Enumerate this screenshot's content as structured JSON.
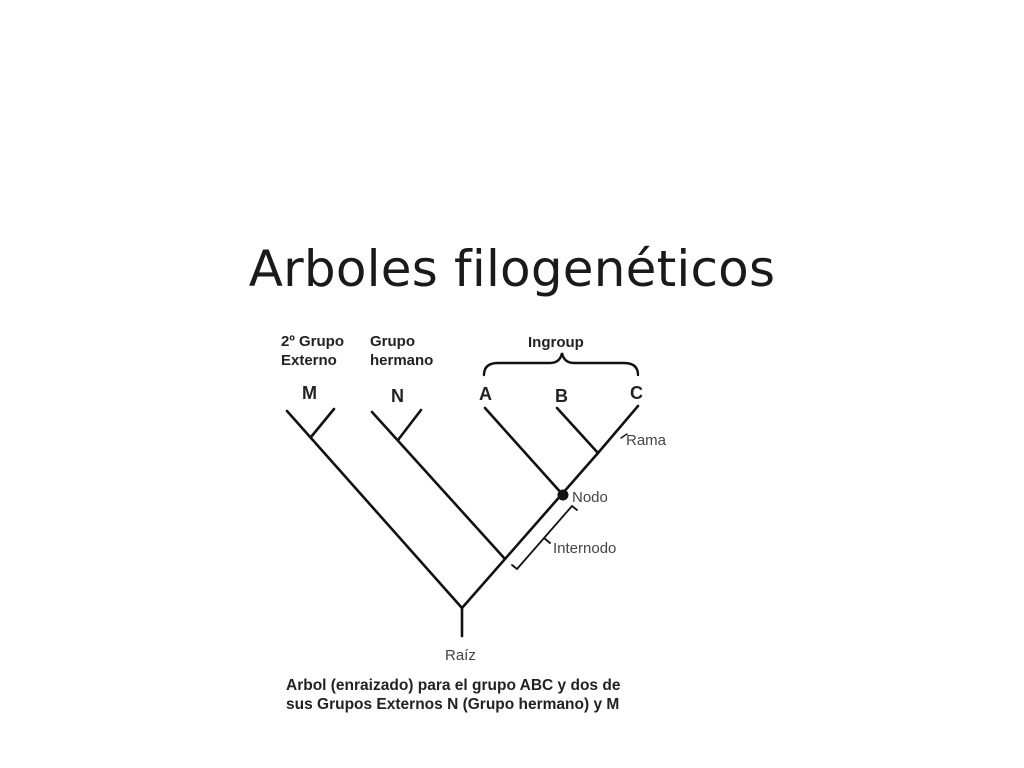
{
  "slide": {
    "title": "Arboles filogenéticos"
  },
  "diagram": {
    "headers": {
      "outgroup2_line1": "2º Grupo",
      "outgroup2_line2": "Externo",
      "sister_line1": "Grupo",
      "sister_line2": "hermano",
      "ingroup": "Ingroup"
    },
    "taxa": {
      "m": "M",
      "n": "N",
      "a": "A",
      "b": "B",
      "c": "C"
    },
    "annotations": {
      "branch": "Rama",
      "node": "Nodo",
      "internode": "Internodo",
      "root": "Raíz"
    },
    "caption": {
      "line1": "Arbol (enraizado) para el grupo ABC y dos de",
      "line2": "sus Grupos Externos N (Grupo hermano) y M"
    },
    "colors": {
      "line": "#111111",
      "annotation_text": "#444444"
    }
  }
}
